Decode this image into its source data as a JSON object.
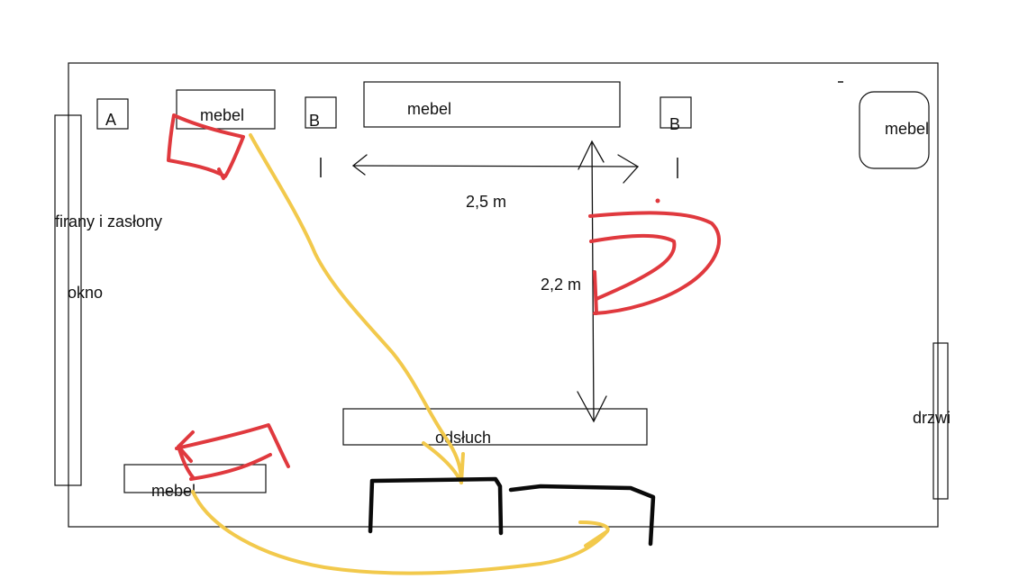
{
  "labels": {
    "a": "A",
    "b_left": "B",
    "b_right": "B",
    "mebel_top_left": "mebel",
    "mebel_top_center": "mebel",
    "mebel_top_right": "mebel",
    "mebel_bottom_left": "mebel",
    "window_curtains": "firany i zasłony",
    "window": "okno",
    "door": "drzwi",
    "listening": "odsłuch",
    "width_dimension": "2,5 m",
    "depth_dimension": "2,2 m"
  },
  "colors": {
    "background": "#ffffff",
    "line": "#111111",
    "red_marker": "#e0393e",
    "yellow_marker": "#f2c94c",
    "black_marker": "#0a0a0a"
  }
}
